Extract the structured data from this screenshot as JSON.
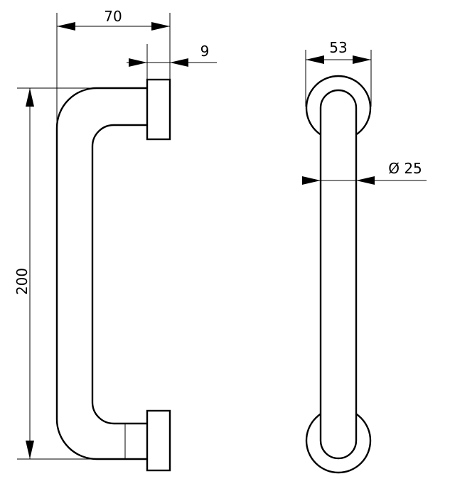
{
  "dimensions": {
    "width_label": "70",
    "rose_thickness_label": "9",
    "height_label": "200",
    "rose_diameter_label": "53",
    "bar_diameter_label": "Ø 25"
  }
}
